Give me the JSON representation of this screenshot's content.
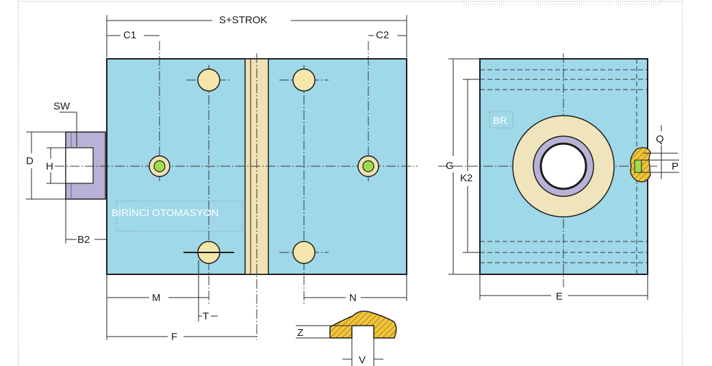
{
  "labels": {
    "s_strok": "S+STROK",
    "c1": "C1",
    "c2": "C2",
    "sw": "SW",
    "d": "D",
    "h": "H",
    "b2": "B2",
    "m": "M",
    "t": "T",
    "f": "F",
    "n": "N",
    "z": "Z",
    "v": "V",
    "g": "G",
    "k2": "K2",
    "e": "E",
    "q": "Q",
    "p": "P",
    "br": "BR"
  },
  "watermark": "BİRİNCİ OTOMASYON",
  "colors": {
    "body": "#9fd8e8",
    "strip": "#f0e2b4",
    "boss": "#b7b2d6",
    "hole": "#f3e6a8",
    "port": "#9fdc4c",
    "ring": "#efe4bc",
    "slot_fill": "#f2c53a"
  }
}
